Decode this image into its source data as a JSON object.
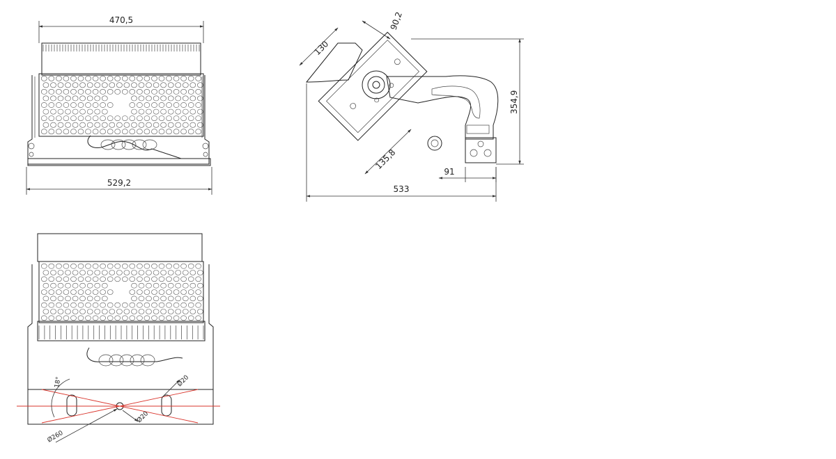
{
  "dimensions": {
    "front_top_width": "470,5",
    "front_bottom_width": "529,2",
    "side_depth": "130",
    "side_top": "90,2",
    "side_height": "354,9",
    "side_diag": "135,8",
    "side_bracket": "91",
    "side_total_width": "533"
  },
  "rear_annotations": {
    "tilt_angle": "18°",
    "hole_upper": "Ø20",
    "hole_lower": "Ø20",
    "pitch_circle": "Ø260"
  },
  "colors": {
    "line": "#222222",
    "centerline": "#d9342b",
    "background": "#ffffff"
  }
}
